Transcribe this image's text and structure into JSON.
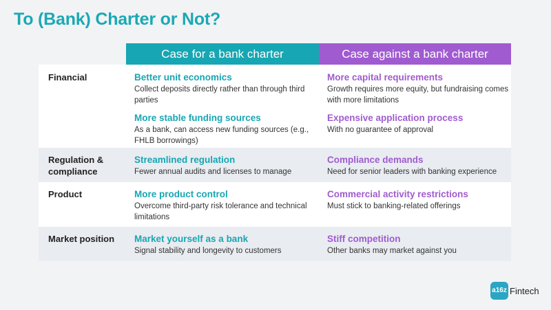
{
  "title": "To (Bank) Charter or Not?",
  "headers": {
    "for": "Case for a bank charter",
    "against": "Case against a bank charter"
  },
  "rows": [
    {
      "category": "Financial",
      "for": [
        {
          "title": "Better unit economics",
          "desc": "Collect deposits directly rather than through third parties"
        },
        {
          "title": "More stable funding sources",
          "desc": "As a bank, can access new funding sources (e.g., FHLB borrowings)"
        }
      ],
      "against": [
        {
          "title": "More capital requirements",
          "desc": "Growth requires more equity, but fundraising comes with more limitations"
        },
        {
          "title": "Expensive application process",
          "desc": "With no guarantee of approval"
        }
      ]
    },
    {
      "category": "Regulation & compliance",
      "for": [
        {
          "title": "Streamlined regulation",
          "desc": "Fewer annual audits and licenses to manage"
        }
      ],
      "against": [
        {
          "title": "Compliance demands",
          "desc": "Need for senior leaders with banking experience"
        }
      ]
    },
    {
      "category": "Product",
      "for": [
        {
          "title": "More product control",
          "desc": "Overcome third-party risk tolerance and technical limitations"
        }
      ],
      "against": [
        {
          "title": "Commercial activity restrictions",
          "desc": "Must stick to banking-related offerings"
        }
      ]
    },
    {
      "category": "Market position",
      "for": [
        {
          "title": "Market yourself as a bank",
          "desc": "Signal stability and longevity to customers"
        }
      ],
      "against": [
        {
          "title": "Stiff competition",
          "desc": "Other banks may market against you"
        }
      ]
    }
  ],
  "logo": {
    "badge": "a16z",
    "text": "Fintech"
  },
  "colors": {
    "teal": "#17a6b3",
    "purple": "#a05bd0",
    "background": "#f2f3f5"
  }
}
